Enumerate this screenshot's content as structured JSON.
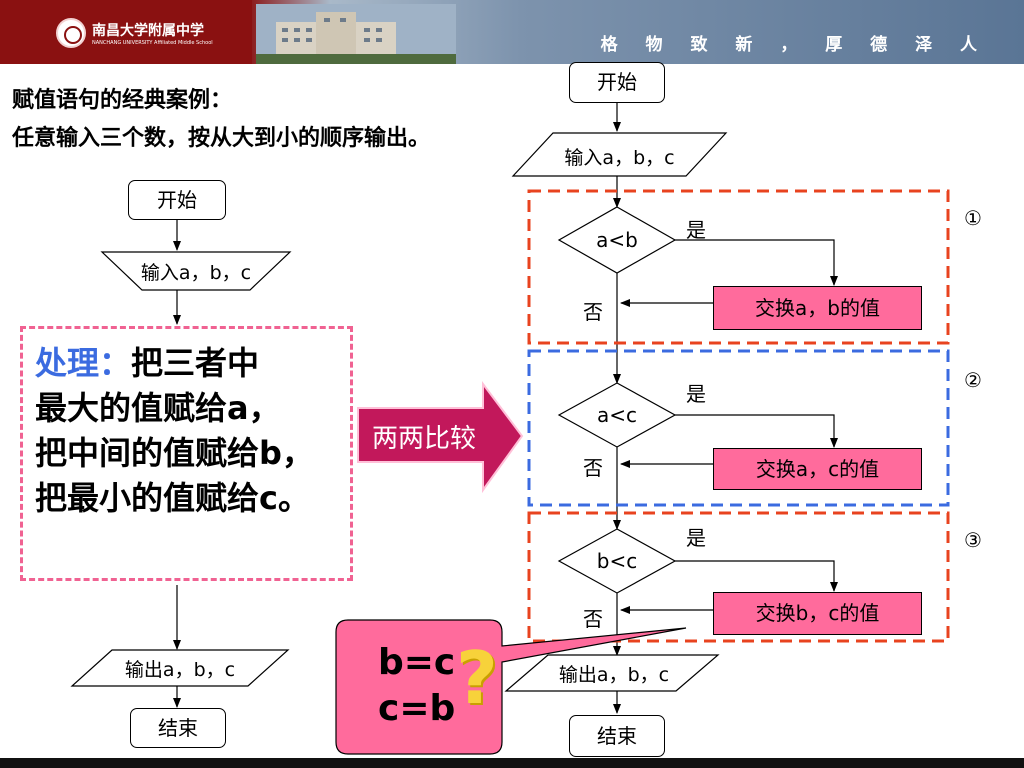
{
  "header": {
    "school_name": "南昌大学附属中学",
    "school_name_en": "NANCHANG UNIVERSITY Affiliated Middle School",
    "motto": "格 物 致 新 ， 厚 德 泽 人",
    "colors": {
      "brand_red": "#8a1111",
      "banner_blue": "#6f87a4"
    }
  },
  "intro": {
    "title": "赋值语句的经典案例：",
    "task": "任意输入三个数，按从大到小的顺序输出。"
  },
  "left_flow": {
    "start": "开始",
    "input": "输入a，b，c",
    "process_label": "处理：",
    "process_lines": [
      "把三者中",
      "最大的值赋给a，",
      "把中间的值赋给b，",
      "把最小的值赋给c。"
    ],
    "output": "输出a，b，c",
    "end": "结束"
  },
  "compare_arrow": {
    "label": "两两比较",
    "color": "#c2185b"
  },
  "right_flow": {
    "start": "开始",
    "input": "输入a，b，c",
    "yes": "是",
    "no": "否",
    "steps": [
      {
        "marker": "①",
        "condition": "a<b",
        "swap": "交换a，b的值",
        "border_color": "#e8431f"
      },
      {
        "marker": "②",
        "condition": "a<c",
        "swap": "交换a，c的值",
        "border_color": "#3b6be0"
      },
      {
        "marker": "③",
        "condition": "b<c",
        "swap": "交换b，c的值",
        "border_color": "#e8431f"
      }
    ],
    "output": "输出a，b，c",
    "end": "结束"
  },
  "callout": {
    "lines": [
      "b=c",
      "c=b"
    ],
    "mark": "?",
    "color": "#ff6b9c"
  }
}
